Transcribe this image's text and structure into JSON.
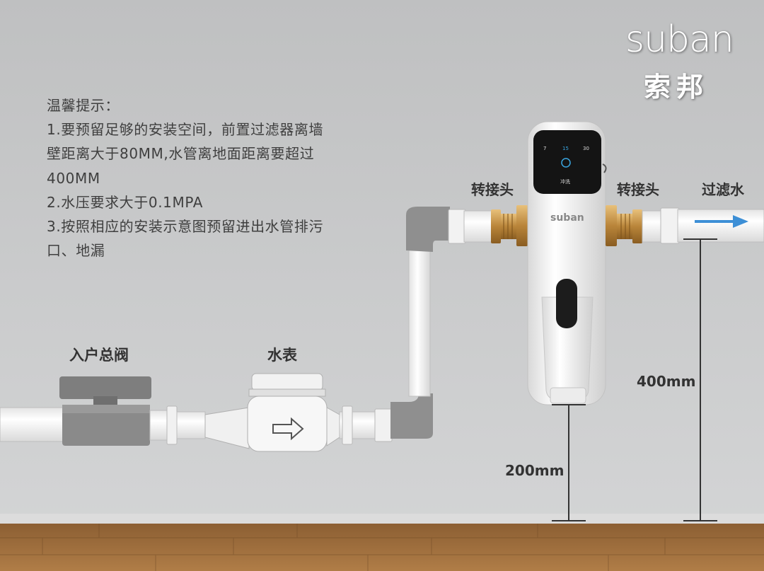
{
  "brand": {
    "name_en": "suban",
    "name_cn": "索邦"
  },
  "tips": {
    "lines": [
      "温馨提示：",
      "1.要预留足够的安装空间，前置过滤器离墙",
      "壁距离大于80MM,水管离地面距离要超过",
      "400MM",
      "2.水压要求大于0.1MPA",
      "3.按照相应的安装示意图预留进出水管排污",
      "口、地漏"
    ]
  },
  "labels": {
    "main_valve": "入户总阀",
    "water_meter": "水表",
    "adapter_left": "转接头",
    "adapter_right": "转接头",
    "filtered_water": "过滤水",
    "dim_pipe_height": "400mm",
    "dim_drain_height": "200mm"
  },
  "device": {
    "logo": "suban",
    "display": {
      "left_value": "7",
      "center_value": "15",
      "right_value": "30",
      "button_label": "冲洗"
    }
  },
  "colors": {
    "wall": "#c9cacb",
    "floor": "#a0703f",
    "pipe": "#f7f7f7",
    "elbow": "#8f8f8f",
    "brass": "#c6923f",
    "flow_arrow": "#3d8fd6"
  }
}
